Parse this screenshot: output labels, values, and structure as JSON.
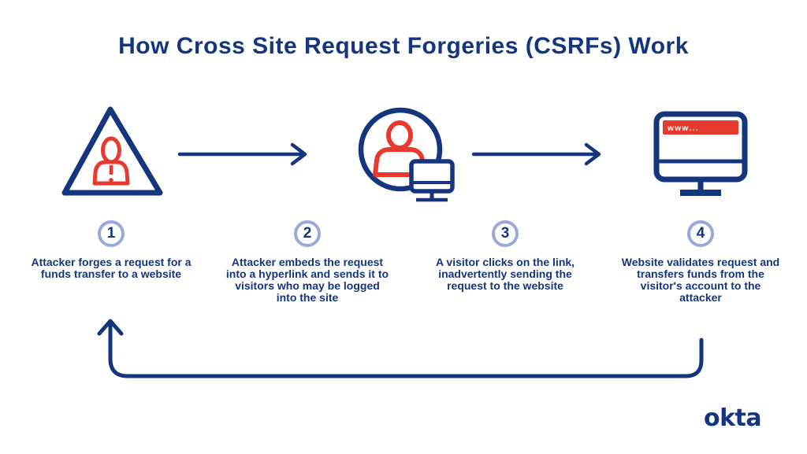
{
  "title": "How Cross Site Request Forgeries (CSRFs) Work",
  "steps": [
    {
      "number": "1",
      "label": "Attacker forges a request for a funds transfer to a website"
    },
    {
      "number": "2",
      "label": "Attacker embeds the request into a hyperlink and sends it to visitors who may be logged into the site"
    },
    {
      "number": "3",
      "label": "A visitor clicks on the link, inadvertently sending the request to the website"
    },
    {
      "number": "4",
      "label": "Website validates request and transfers funds from the visitor's account to the attacker"
    }
  ],
  "website_browser": {
    "address_bar_text": "www..."
  },
  "icons": [
    "attacker-warning-triangle-icon",
    "arrow-right-icon",
    "visitor-at-computer-icon",
    "website-browser-icon",
    "return-arrow-icon"
  ],
  "brand": {
    "logo_text": "okta"
  },
  "colors": {
    "navy": "#15357E",
    "red": "#E8392F",
    "badge_ring": "#9AA8DA",
    "background": "#FFFFFF",
    "address_bar_text_color": "#FFFFFF"
  }
}
